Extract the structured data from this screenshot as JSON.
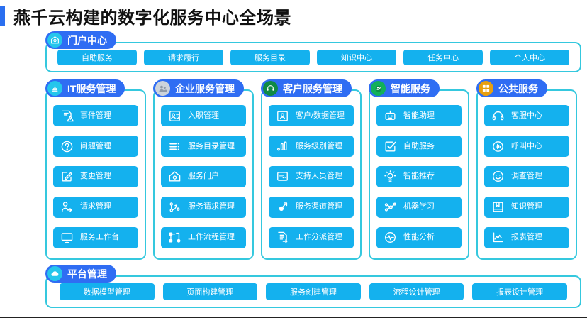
{
  "page": {
    "title": "燕千云构建的数字化服务中心全场景",
    "accent_bar_color": "#2a6ff0",
    "panel_border_color": "#35c8de",
    "item_color": "#14b1ee",
    "badge_color": "#2f6df3"
  },
  "portal": {
    "badge": {
      "label": "门户中心",
      "icon": "home-icon",
      "icon_color": "#25c6ec"
    },
    "buttons": [
      {
        "label": "自助服务"
      },
      {
        "label": "请求履行"
      },
      {
        "label": "服务目录"
      },
      {
        "label": "知识中心"
      },
      {
        "label": "任务中心"
      },
      {
        "label": "个人中心"
      }
    ]
  },
  "columns": [
    {
      "badge": {
        "label": "IT服务管理",
        "icon": "alarm-light-icon",
        "icon_color": "#25c6ec"
      },
      "items": [
        {
          "label": "事件管理",
          "icon": "incident-doc-icon"
        },
        {
          "label": "问题管理",
          "icon": "question-circle-icon"
        },
        {
          "label": "变更管理",
          "icon": "edit-square-icon"
        },
        {
          "label": "请求管理",
          "icon": "person-arrow-icon"
        },
        {
          "label": "服务工作台",
          "icon": "monitor-icon"
        }
      ]
    },
    {
      "badge": {
        "label": "企业服务管理",
        "icon": "people-icon",
        "icon_color": "#ccd3db"
      },
      "items": [
        {
          "label": "入职管理",
          "icon": "id-badge-check-icon"
        },
        {
          "label": "服务目录管理",
          "icon": "list-lines-icon"
        },
        {
          "label": "服务门户",
          "icon": "home-outline-icon"
        },
        {
          "label": "服务请求管理",
          "icon": "branch-node-icon"
        },
        {
          "label": "工作流程管理",
          "icon": "workflow-icon"
        }
      ]
    },
    {
      "badge": {
        "label": "客户服务管理",
        "icon": "headset-icon",
        "icon_color": "#0f8a45"
      },
      "items": [
        {
          "label": "客户/数据管理",
          "icon": "contact-card-icon"
        },
        {
          "label": "服务级别管理",
          "icon": "bar-level-icon"
        },
        {
          "label": "支持人员管理",
          "icon": "support-card-icon"
        },
        {
          "label": "服务渠道管理",
          "icon": "channel-arrow-icon"
        },
        {
          "label": "工作分派管理",
          "icon": "assign-doc-icon"
        }
      ]
    },
    {
      "badge": {
        "label": "智能服务",
        "icon": "smart-leaf-icon",
        "icon_color": "#12b05a"
      },
      "items": [
        {
          "label": "智能助理",
          "icon": "robot-icon"
        },
        {
          "label": "自助服务",
          "icon": "check-square-icon"
        },
        {
          "label": "智能推荐",
          "icon": "lightbulb-icon"
        },
        {
          "label": "机器学习",
          "icon": "neural-network-icon"
        },
        {
          "label": "性能分析",
          "icon": "pulse-circle-icon"
        }
      ]
    },
    {
      "badge": {
        "label": "公共服务",
        "icon": "grid-squares-icon",
        "icon_color": "#e8a010"
      },
      "items": [
        {
          "label": "客服中心",
          "icon": "headphone-icon"
        },
        {
          "label": "呼叫中心",
          "icon": "call-wave-icon"
        },
        {
          "label": "调查管理",
          "icon": "smiley-icon"
        },
        {
          "label": "知识管理",
          "icon": "book-icon"
        },
        {
          "label": "报表管理",
          "icon": "chart-line-icon"
        }
      ]
    }
  ],
  "platform": {
    "badge": {
      "label": "平台管理",
      "icon": "cloud-icon",
      "icon_color": "#25c6ec"
    },
    "buttons": [
      {
        "label": "数据模型管理"
      },
      {
        "label": "页面构建管理"
      },
      {
        "label": "服务创建管理"
      },
      {
        "label": "流程设计管理"
      },
      {
        "label": "报表设计管理"
      }
    ]
  }
}
